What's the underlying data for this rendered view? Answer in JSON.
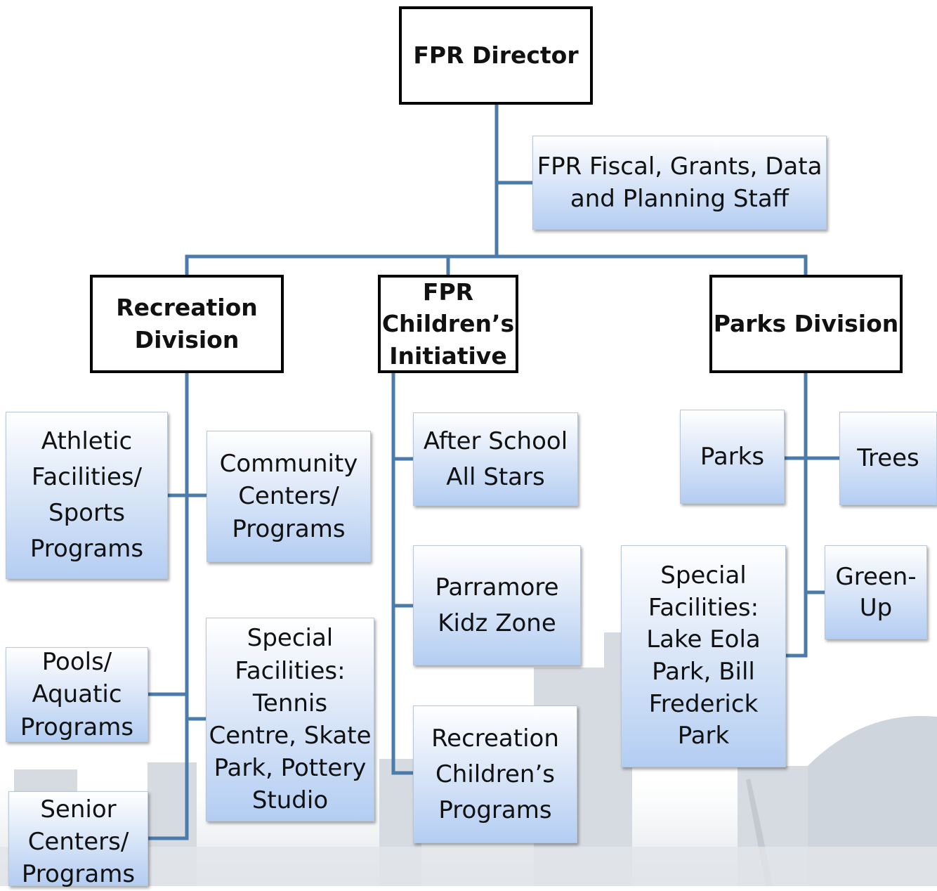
{
  "colors": {
    "connector": "#4a7bab",
    "box_top": "#ffffff",
    "box_bottom": "#b3cdf2",
    "head_border": "#000000"
  },
  "director": {
    "label": "FPR Director"
  },
  "staff": {
    "label": "FPR Fiscal, Grants, Data\nand Planning Staff"
  },
  "recreation": {
    "label": "Recreation\nDivision",
    "athletic": "Athletic\nFacilities/\nSports\nPrograms",
    "community": "Community\nCenters/\nPrograms",
    "pools": "Pools/\nAquatic\nPrograms",
    "special": "Special\nFacilities:\nTennis\nCentre, Skate\nPark, Pottery\nStudio",
    "senior": "Senior\nCenters/\nPrograms"
  },
  "children": {
    "label": "FPR\nChildren’s\nInitiative",
    "after_school": "After School\nAll Stars",
    "parramore": "Parramore\nKidz Zone",
    "rec_children": "Recreation\nChildren’s\nPrograms"
  },
  "parks": {
    "label": "Parks Division",
    "parks": "Parks",
    "trees": "Trees",
    "green_up": "Green-\nUp",
    "special": "Special\nFacilities:\nLake Eola\nPark, Bill\nFrederick\nPark"
  }
}
